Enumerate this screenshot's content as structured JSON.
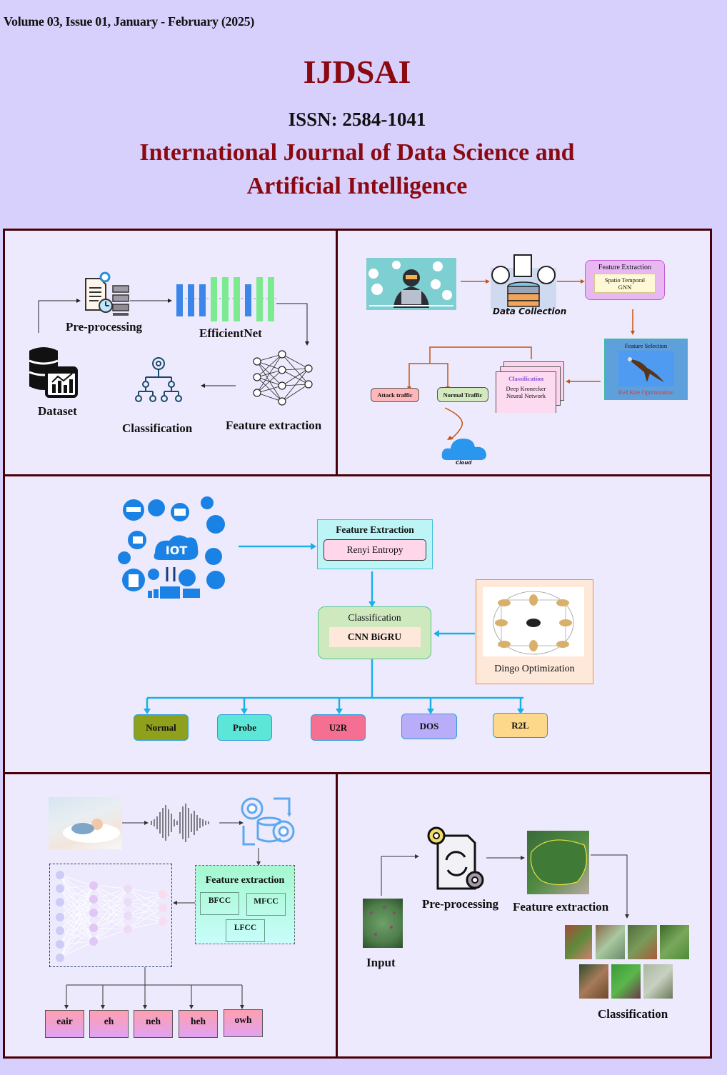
{
  "header": {
    "issue_line": "Volume 03, Issue 01, January - February (2025)",
    "brand": "IJDSAI",
    "issn": "ISSN: 2584-1041",
    "title_line1": "International Journal of Data Science and",
    "title_line2": "Artificial Intelligence"
  },
  "colors": {
    "page_bg": "#d8d0fc",
    "panel_bg": "#eeeafd",
    "frame_border": "#4a0008",
    "title_red": "#8b0a12"
  },
  "panel1": {
    "dataset_label": "Dataset",
    "preprocessing_label": "Pre-processing",
    "efficientnet_label": "EfficientNet",
    "feature_extraction_label": "Feature extraction",
    "classification_label": "Classification",
    "icons": [
      "database-chart-icon",
      "document-gear-clock-icon",
      "cnn-layers-icon",
      "neural-network-icon",
      "hierarchy-tree-icon"
    ]
  },
  "panel2": {
    "data_collection_label": "Data Collection",
    "feature_extraction_title": "Feature Extraction",
    "feature_extraction_method_line1": "Spatio Temporal",
    "feature_extraction_method_line2": "GNN",
    "feature_selection_title": "Feature Selection",
    "feature_selection_method": "Red Kite Optimization",
    "classification_title": "Classification",
    "classification_method_line1": "Deep Kronecker",
    "classification_method_line2": "Neural Network",
    "outputs": [
      "Attack traffic",
      "Normal Traffic"
    ],
    "cloud_label": "Cloud",
    "icons": [
      "hacker-laptop-icon",
      "data-collection-icon",
      "red-kite-bird-icon",
      "cloud-icon"
    ]
  },
  "panel3": {
    "feature_extraction_title": "Feature Extraction",
    "feature_extraction_method": "Renyi Entropy",
    "classification_title": "Classification",
    "classification_method": "CNN BiGRU",
    "optimizer_label": "Dingo Optimization",
    "outputs": [
      {
        "label": "Normal",
        "color": "#8ea01c"
      },
      {
        "label": "Probe",
        "color": "#5ce6d8"
      },
      {
        "label": "U2R",
        "color": "#f56f92"
      },
      {
        "label": "DOS",
        "color": "#b9adfa"
      },
      {
        "label": "R2L",
        "color": "#fed88a"
      }
    ],
    "icons": [
      "iot-devices-icon",
      "dingo-hunting-diagram-icon"
    ]
  },
  "panel4": {
    "feature_extraction_title": "Feature extraction",
    "features": [
      "BFCC",
      "MFCC",
      "LFCC"
    ],
    "outputs": [
      "eair",
      "eh",
      "neh",
      "heh",
      "owh"
    ],
    "icons": [
      "infant-photo-icon",
      "audio-waveform-icon",
      "database-gears-icon",
      "neural-network-icon"
    ]
  },
  "panel5": {
    "input_label": "Input",
    "preprocessing_label": "Pre-processing",
    "feature_extraction_label": "Feature extraction",
    "classification_label": "Classification",
    "icons": [
      "leaf-input-icon",
      "document-refresh-gears-icon",
      "leaf-feature-icon",
      "leaf-samples-icon"
    ]
  }
}
